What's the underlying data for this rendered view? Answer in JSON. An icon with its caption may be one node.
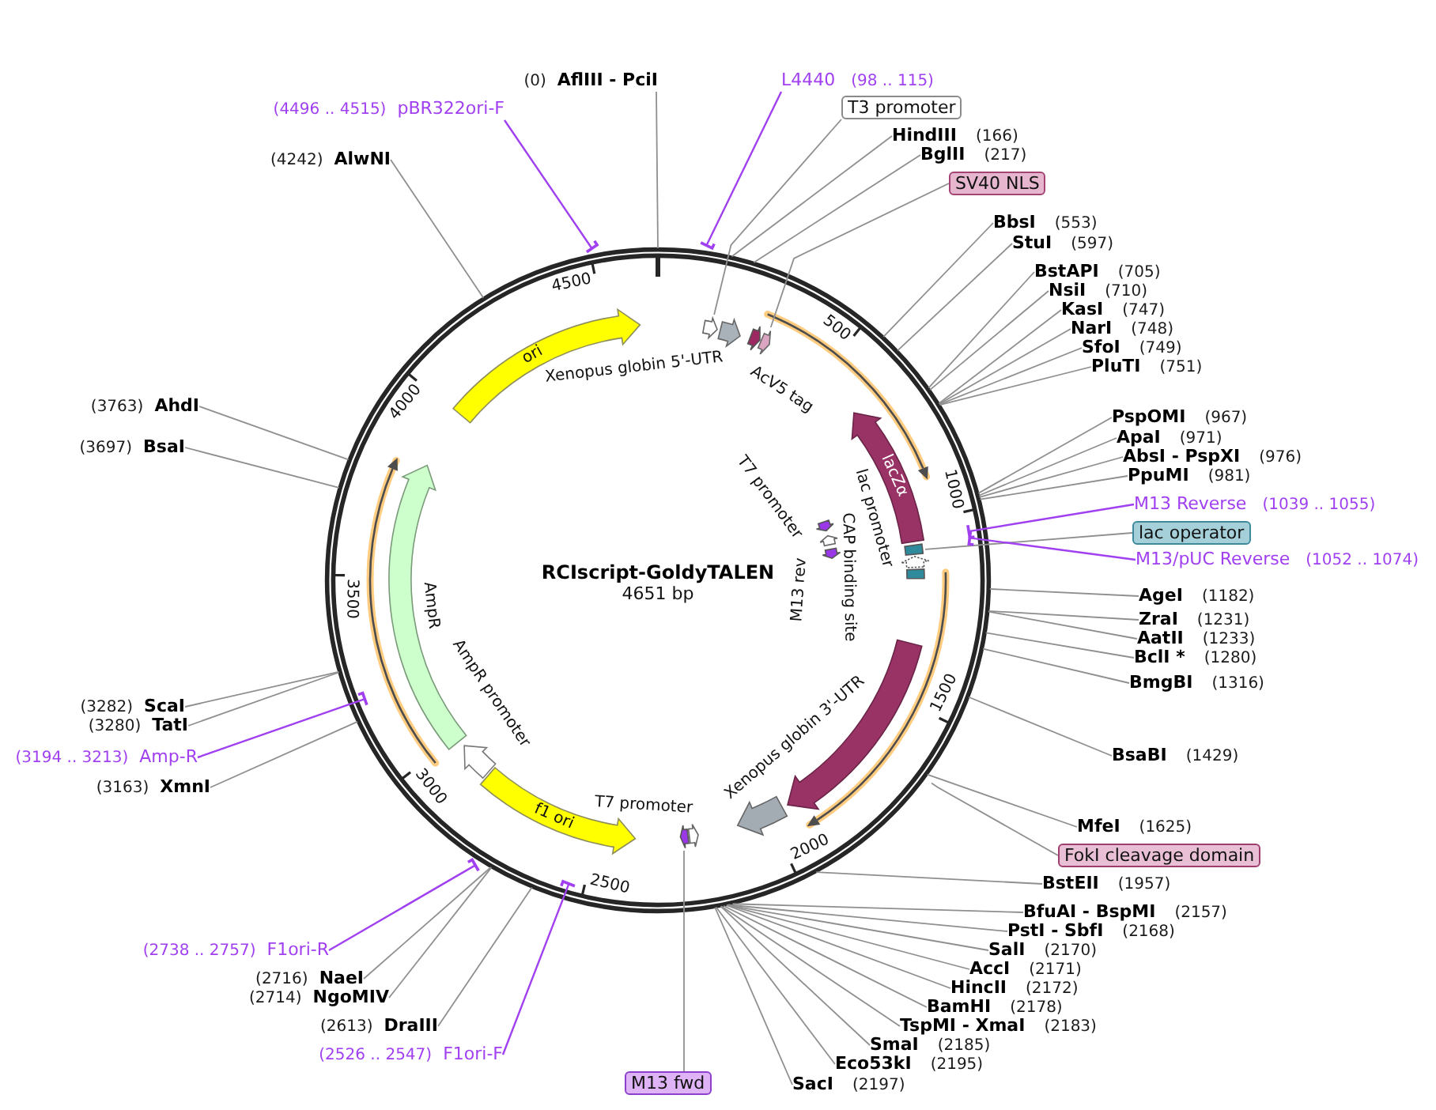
{
  "diagram": {
    "nodes": [
      {
        "text": [
          "(0)",
          "AflIII - PciI"
        ]
      },
      {
        "text": [
          "L4440",
          "(98 .. 115)"
        ]
      },
      {
        "text": [
          "T3 promoter"
        ]
      },
      {
        "text": [
          "HindIII",
          "(166)"
        ]
      },
      {
        "text": [
          "BglII",
          "(217)"
        ]
      },
      {
        "text": [
          "SV40 NLS"
        ]
      },
      {
        "text": [
          "BbsI",
          "(553)"
        ]
      },
      {
        "text": [
          "StuI",
          "(597)"
        ]
      },
      {
        "text": [
          "BstAPI",
          "(705)"
        ]
      },
      {
        "text": [
          "NsiI",
          "(710)"
        ]
      },
      {
        "text": [
          "KasI",
          "(747)"
        ]
      },
      {
        "text": [
          "NarI",
          "(748)"
        ]
      },
      {
        "text": [
          "SfoI",
          "(749)"
        ]
      },
      {
        "text": [
          "PluTI",
          "(751)"
        ]
      },
      {
        "text": [
          "PspOMI",
          "(967)"
        ]
      },
      {
        "text": [
          "ApaI",
          "(971)"
        ]
      },
      {
        "text": [
          "AbsI - PspXI",
          "(976)"
        ]
      },
      {
        "text": [
          "PpuMI",
          "(981)"
        ]
      },
      {
        "text": [
          "M13 Reverse",
          "(1039 .. 1055)"
        ]
      },
      {
        "text": [
          "lac operator"
        ]
      },
      {
        "text": [
          "M13/pUC Reverse",
          "(1052 .. 1074)"
        ]
      },
      {
        "text": [
          "AgeI",
          "(1182)"
        ]
      },
      {
        "text": [
          "ZraI",
          "(1231)"
        ]
      },
      {
        "text": [
          "AatII",
          "(1233)"
        ]
      },
      {
        "text": [
          "BclI *",
          "(1280)"
        ]
      },
      {
        "text": [
          "BmgBI",
          "(1316)"
        ]
      },
      {
        "text": [
          "BsaBI",
          "(1429)"
        ]
      },
      {
        "text": [
          "MfeI",
          "(1625)"
        ]
      },
      {
        "text": [
          "FokI cleavage domain"
        ]
      },
      {
        "text": [
          "BstEII",
          "(1957)"
        ]
      },
      {
        "text": [
          "BfuAI - BspMI",
          "(2157)"
        ]
      },
      {
        "text": [
          "PstI - SbfI",
          "(2168)"
        ]
      },
      {
        "text": [
          "SalI",
          "(2170)"
        ]
      },
      {
        "text": [
          "AccI",
          "(2171)"
        ]
      },
      {
        "text": [
          "HincII",
          "(2172)"
        ]
      },
      {
        "text": [
          "BamHI",
          "(2178)"
        ]
      },
      {
        "text": [
          "TspMI - XmaI",
          "(2183)"
        ]
      },
      {
        "text": [
          "SmaI",
          "(2185)"
        ]
      },
      {
        "text": [
          "Eco53kI",
          "(2195)"
        ]
      },
      {
        "text": [
          "SacI",
          "(2197)"
        ]
      },
      {
        "text": [
          "M13 fwd"
        ]
      },
      {
        "text": [
          "(4496 .. 4515)",
          "pBR322ori-F"
        ]
      },
      {
        "text": [
          "(4242)",
          "AlwNI"
        ]
      },
      {
        "text": [
          "(3763)",
          "AhdI"
        ]
      },
      {
        "text": [
          "(3697)",
          "BsaI"
        ]
      },
      {
        "text": [
          "(3282)",
          "ScaI"
        ]
      },
      {
        "text": [
          "(3280)",
          "TatI"
        ]
      },
      {
        "text": [
          "(3194 .. 3213)",
          "Amp-R"
        ]
      },
      {
        "text": [
          "(3163)",
          "XmnI"
        ]
      },
      {
        "text": [
          "(2738 .. 2757)",
          "F1ori-R"
        ]
      },
      {
        "text": [
          "(2716)",
          "NaeI"
        ]
      },
      {
        "text": [
          "(2714)",
          "NgoMIV"
        ]
      },
      {
        "text": [
          "(2613)",
          "DraIII"
        ]
      },
      {
        "text": [
          "(2526 .. 2547)",
          "F1ori-F"
        ]
      },
      {
        "text": [
          "RCIscript-GoldyTALEN",
          "4651 bp"
        ]
      },
      {
        "text": [
          "ori"
        ],
        "in": 54
      },
      {
        "text": [],
        "shape": "arrow",
        "in": 54
      },
      {
        "text": [],
        "shape": "arrow",
        "in": 54,
        "beside": [
          "Xenopus globin 5'-UTR"
        ]
      },
      {
        "text": [],
        "shape": "arrow",
        "in": 54,
        "beside": [
          "AcV5 tag"
        ]
      },
      {
        "text": [],
        "shape": "arrow",
        "in": 54
      },
      {
        "text": [
          "lacZα"
        ],
        "in": 54
      },
      {
        "text": [],
        "shape": "box",
        "in": 54
      },
      {
        "text": [],
        "shape": "arrow",
        "in": 54,
        "beside": [
          "lac promoter"
        ]
      },
      {
        "text": [],
        "shape": "box",
        "in": 54
      },
      {
        "text": [],
        "shape": "arrow",
        "in": 54,
        "beside": [
          "T7 promoter"
        ]
      },
      {
        "text": [],
        "shape": "arrow",
        "in": 54,
        "beside": [
          "M13 rev"
        ]
      },
      {
        "text": [],
        "shape": "arrow",
        "in": 54
      },
      {
        "text": [],
        "shape": "arrow",
        "in": 54,
        "beside": [
          "Xenopus globin 3'-UTR"
        ]
      },
      {
        "text": [],
        "shape": "arrow",
        "in": 54
      },
      {
        "text": [],
        "shape": "arrow",
        "in": 54
      },
      {
        "text": [
          "f1 ori"
        ],
        "in": 54
      },
      {
        "text": [],
        "shape": "arrow",
        "in": 54,
        "beside": [
          "AmpR promoter"
        ]
      },
      {
        "text": [],
        "shape": "arrow",
        "in": 54,
        "beside": [
          "AmpR"
        ]
      }
    ],
    "edges": [
      {
        "from": 0,
        "to": 54,
        "arrow": "none"
      },
      {
        "from": 1,
        "to": 54,
        "arrow": "other",
        "color": "#a040f0"
      },
      {
        "from": 2,
        "to": 56,
        "arrow": "none"
      },
      {
        "from": 3,
        "to": 54,
        "arrow": "none"
      },
      {
        "from": 4,
        "to": 54,
        "arrow": "none"
      },
      {
        "from": 5,
        "to": 59,
        "arrow": "none"
      },
      {
        "from": 6,
        "to": 54,
        "arrow": "none"
      },
      {
        "from": 7,
        "to": 54,
        "arrow": "none"
      },
      {
        "from": 8,
        "to": 54,
        "arrow": "none"
      },
      {
        "from": 9,
        "to": 54,
        "arrow": "none"
      },
      {
        "from": 10,
        "to": 54,
        "arrow": "none"
      },
      {
        "from": 11,
        "to": 54,
        "arrow": "none"
      },
      {
        "from": 12,
        "to": 54,
        "arrow": "none"
      },
      {
        "from": 13,
        "to": 54,
        "arrow": "none"
      },
      {
        "from": 14,
        "to": 54,
        "arrow": "none"
      },
      {
        "from": 15,
        "to": 54,
        "arrow": "none"
      },
      {
        "from": 16,
        "to": 54,
        "arrow": "none"
      },
      {
        "from": 17,
        "to": 54,
        "arrow": "none"
      },
      {
        "from": 18,
        "to": 54,
        "arrow": "other",
        "color": "#a040f0"
      },
      {
        "from": 19,
        "to": 61,
        "arrow": "none"
      },
      {
        "from": 20,
        "to": 54,
        "arrow": "other",
        "color": "#a040f0"
      },
      {
        "from": 21,
        "to": 54,
        "arrow": "none"
      },
      {
        "from": 22,
        "to": 54,
        "arrow": "none"
      },
      {
        "from": 23,
        "to": 54,
        "arrow": "none"
      },
      {
        "from": 24,
        "to": 54,
        "arrow": "none"
      },
      {
        "from": 25,
        "to": 54,
        "arrow": "none"
      },
      {
        "from": 26,
        "to": 54,
        "arrow": "none"
      },
      {
        "from": 27,
        "to": 54,
        "arrow": "none"
      },
      {
        "from": 28,
        "to": 66,
        "arrow": "none"
      },
      {
        "from": 29,
        "to": 54,
        "arrow": "none"
      },
      {
        "from": 30,
        "to": 54,
        "arrow": "none"
      },
      {
        "from": 31,
        "to": 54,
        "arrow": "none"
      },
      {
        "from": 32,
        "to": 54,
        "arrow": "none"
      },
      {
        "from": 33,
        "to": 54,
        "arrow": "none"
      },
      {
        "from": 34,
        "to": 54,
        "arrow": "none"
      },
      {
        "from": 35,
        "to": 54,
        "arrow": "none"
      },
      {
        "from": 36,
        "to": 54,
        "arrow": "none"
      },
      {
        "from": 37,
        "to": 54,
        "arrow": "none"
      },
      {
        "from": 38,
        "to": 54,
        "arrow": "none"
      },
      {
        "from": 39,
        "to": 54,
        "arrow": "none"
      },
      {
        "from": 40,
        "to": 69,
        "arrow": "none"
      },
      {
        "from": 41,
        "to": 54,
        "arrow": "other",
        "color": "#a040f0"
      },
      {
        "from": 42,
        "to": 54,
        "arrow": "none"
      },
      {
        "from": 43,
        "to": 54,
        "arrow": "none"
      },
      {
        "from": 44,
        "to": 54,
        "arrow": "none"
      },
      {
        "from": 45,
        "to": 54,
        "arrow": "none"
      },
      {
        "from": 46,
        "to": 54,
        "arrow": "none"
      },
      {
        "from": 47,
        "to": 54,
        "arrow": "other",
        "color": "#a040f0"
      },
      {
        "from": 48,
        "to": 54,
        "arrow": "none"
      },
      {
        "from": 49,
        "to": 54,
        "arrow": "other",
        "color": "#a040f0"
      },
      {
        "from": 50,
        "to": 54,
        "arrow": "none"
      },
      {
        "from": 51,
        "to": 54,
        "arrow": "none"
      },
      {
        "from": 52,
        "to": 54,
        "arrow": "none"
      },
      {
        "from": 53,
        "to": 54,
        "arrow": "other",
        "color": "#a040f0"
      }
    ],
    "labels": [
      "500",
      "1000",
      "1500",
      "2000",
      "2500",
      "3000",
      "3500",
      "4000",
      "4500",
      "CAP binding site",
      "T7 promoter"
    ]
  }
}
